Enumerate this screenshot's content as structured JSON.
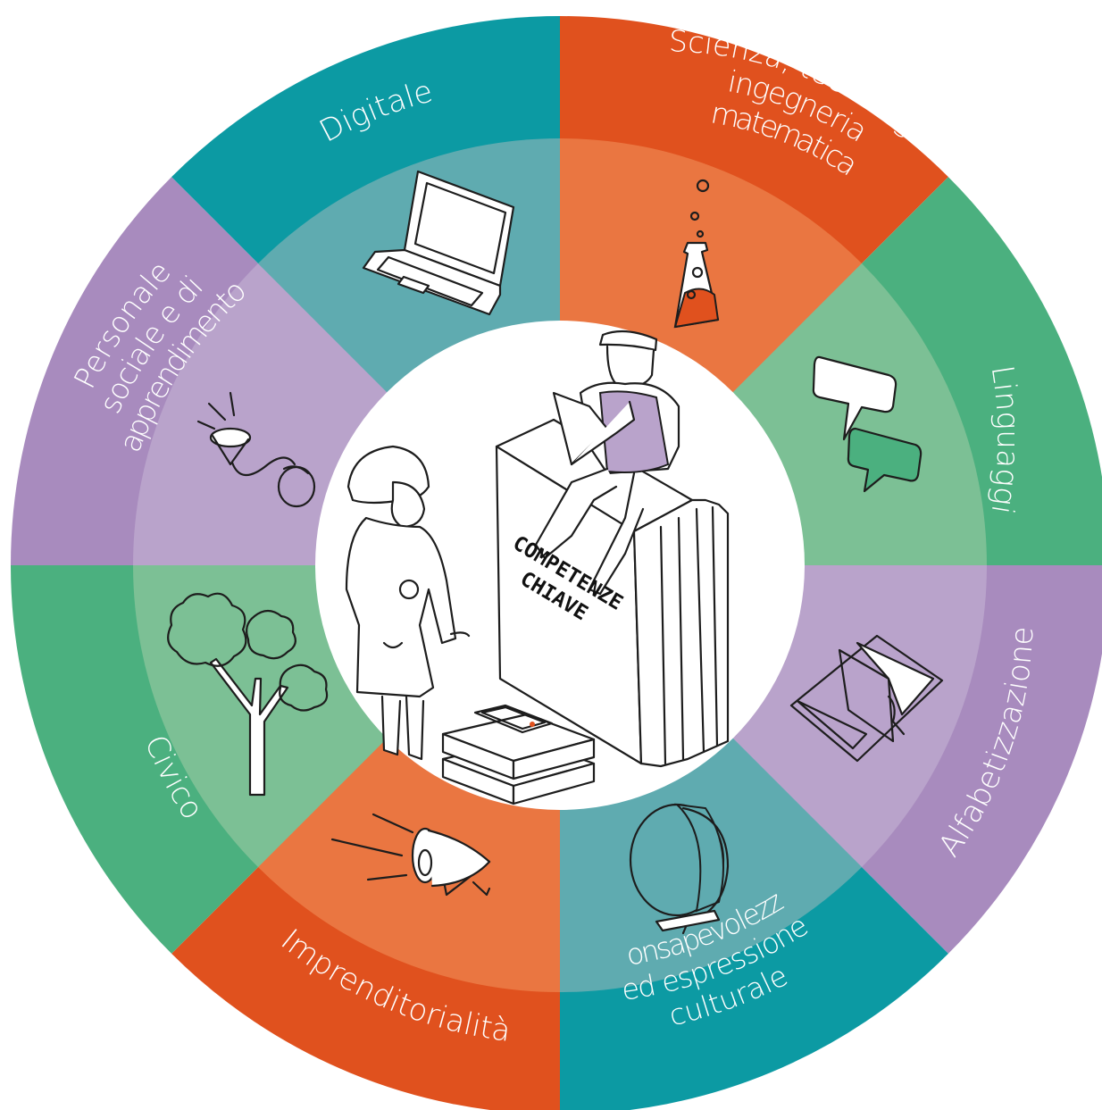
{
  "center": {
    "title_lines": [
      "COMPETENZE",
      "CHIAVE"
    ]
  },
  "segments": [
    {
      "id": "stem",
      "lines": [
        "Scienza, tecnologia",
        "ingegneria",
        "matematica"
      ],
      "outer": "#e0511e",
      "inner": "#ea7641",
      "icon": "flask-icon"
    },
    {
      "id": "linguaggi",
      "lines": [
        "Linguaggi"
      ],
      "outer": "#4bb07f",
      "inner": "#7cc095",
      "icon": "speech-bubbles-icon"
    },
    {
      "id": "alfabetizzazione",
      "lines": [
        "Alfabetizzazione"
      ],
      "outer": "#a88bbe",
      "inner": "#b9a3cb",
      "icon": "open-book-icon"
    },
    {
      "id": "consapevolezza",
      "lines": [
        "Consapevolezza",
        "ed espressione",
        "culturale"
      ],
      "outer": "#0c9aa3",
      "inner": "#5fabb0",
      "icon": "globe-icon"
    },
    {
      "id": "imprenditorialita",
      "lines": [
        "Imprenditorialità"
      ],
      "outer": "#e0511e",
      "inner": "#ea7641",
      "icon": "megaphone-icon"
    },
    {
      "id": "civico",
      "lines": [
        "Civico"
      ],
      "outer": "#4bb07f",
      "inner": "#7cc095",
      "icon": "tree-icon"
    },
    {
      "id": "personale",
      "lines": [
        "Personale",
        "sociale e di",
        "apprendimento"
      ],
      "outer": "#a88bbe",
      "inner": "#b9a3cb",
      "icon": "tin-can-phone-icon"
    },
    {
      "id": "digitale",
      "lines": [
        "Digitale"
      ],
      "outer": "#0c9aa3",
      "inner": "#5fabb0",
      "icon": "laptop-icon"
    }
  ]
}
